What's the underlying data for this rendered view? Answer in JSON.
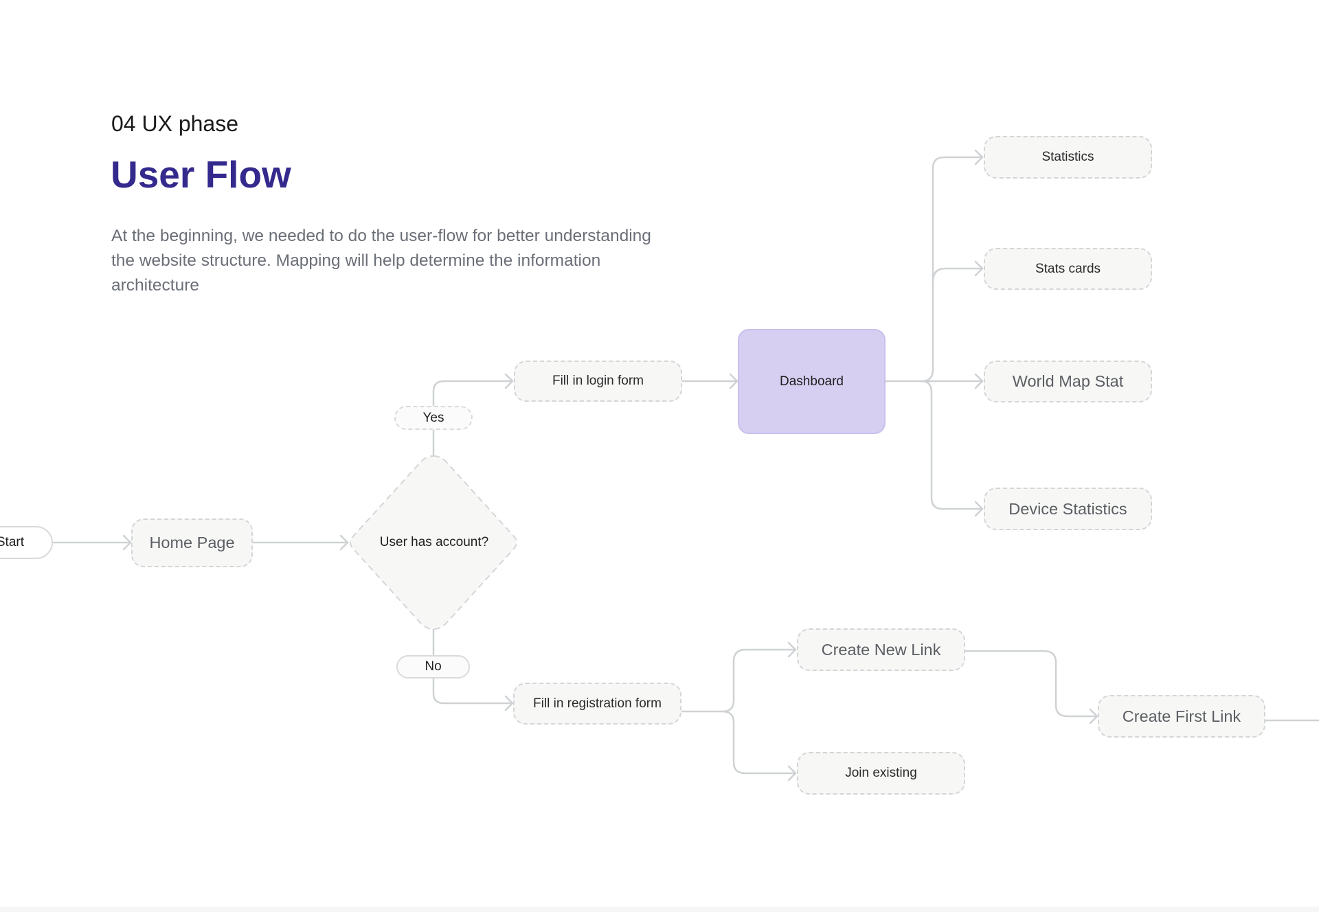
{
  "header": {
    "eyebrow": "04 UX phase",
    "title": "User Flow",
    "description": "At the beginning, we needed to do the user-flow for better understanding the website structure. Mapping will help determine the information architecture"
  },
  "flow": {
    "start": "Start",
    "home_page": "Home Page",
    "decision": "User has account?",
    "yes": "Yes",
    "no": "No",
    "login_form": "Fill in login form",
    "dashboard": "Dashboard",
    "statistics": "Statistics",
    "stats_cards": "Stats cards",
    "world_map_stat": "World Map Stat",
    "device_statistics": "Device Statistics",
    "registration_form": "Fill in registration form",
    "create_new_link": "Create New Link",
    "join_existing": "Join existing",
    "create_first_link": "Create First Link"
  },
  "colors": {
    "title": "#34298c",
    "dashboard_fill": "#d6cff1",
    "connector": "#cfd2d4"
  }
}
